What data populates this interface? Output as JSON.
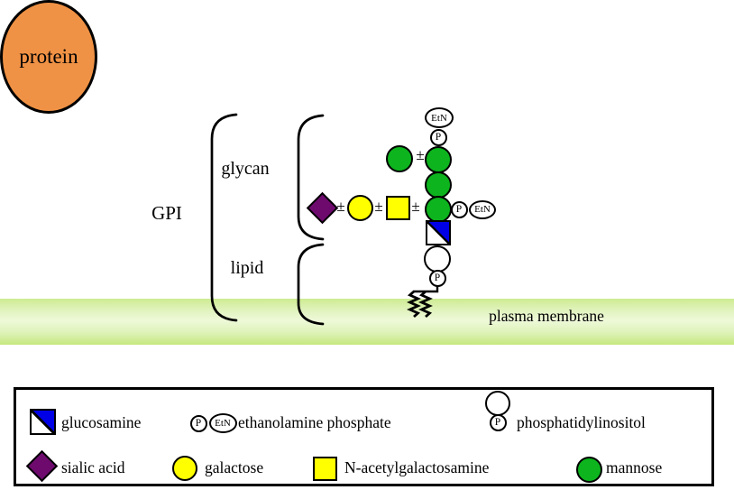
{
  "diagram": {
    "protein_label": "protein",
    "etn_label": "EtN",
    "p_label": "P",
    "plus_minus": "±",
    "gpi_label": "GPI",
    "glycan_label": "glycan",
    "lipid_label": "lipid",
    "membrane_label": "plasma membrane"
  },
  "legend": {
    "items": [
      {
        "name": "glucosamine",
        "label": "glucosamine"
      },
      {
        "name": "ethanolamine-phosphate",
        "label": "ethanolamine phosphate",
        "p": "P",
        "etn": "EtN"
      },
      {
        "name": "phosphatidylinositol",
        "label": "phosphatidylinositol",
        "p": "P"
      },
      {
        "name": "sialic-acid",
        "label": "sialic acid"
      },
      {
        "name": "galactose",
        "label": "galactose"
      },
      {
        "name": "n-acetylgalactosamine",
        "label": "N-acetylgalactosamine"
      },
      {
        "name": "mannose",
        "label": "mannose"
      }
    ]
  },
  "colors": {
    "protein_orange": "#f09245",
    "mannose_green": "#0db41e",
    "galactose_yellow": "#ffff00",
    "glucosamine_blue": "#0000e6",
    "sialic_purple": "#6e0a6e",
    "membrane_edge_green": "#c6e87f",
    "membrane_mid_green": "#eef9d9"
  }
}
